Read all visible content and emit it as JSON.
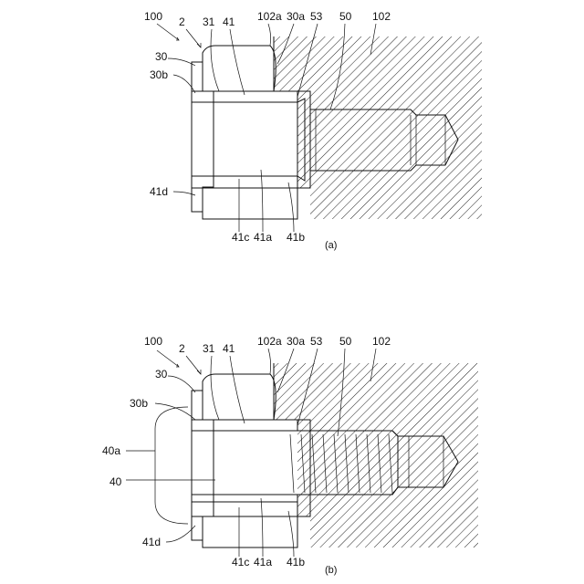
{
  "figure_a": {
    "caption": "(a)",
    "labels": {
      "l100": "100",
      "l2": "2",
      "l31": "31",
      "l41": "41",
      "l102a": "102a",
      "l30a": "30a",
      "l53": "53",
      "l50": "50",
      "l102": "102",
      "l30": "30",
      "l30b": "30b",
      "l41d": "41d",
      "l41c": "41c",
      "l41a": "41a",
      "l41b": "41b"
    }
  },
  "figure_b": {
    "caption": "(b)",
    "labels": {
      "l100": "100",
      "l2": "2",
      "l31": "31",
      "l41": "41",
      "l102a": "102a",
      "l30a": "30a",
      "l53": "53",
      "l50": "50",
      "l102": "102",
      "l30": "30",
      "l30b": "30b",
      "l40a": "40a",
      "l40": "40",
      "l41d": "41d",
      "l41c": "41c",
      "l41a": "41a",
      "l41b": "41b"
    }
  }
}
